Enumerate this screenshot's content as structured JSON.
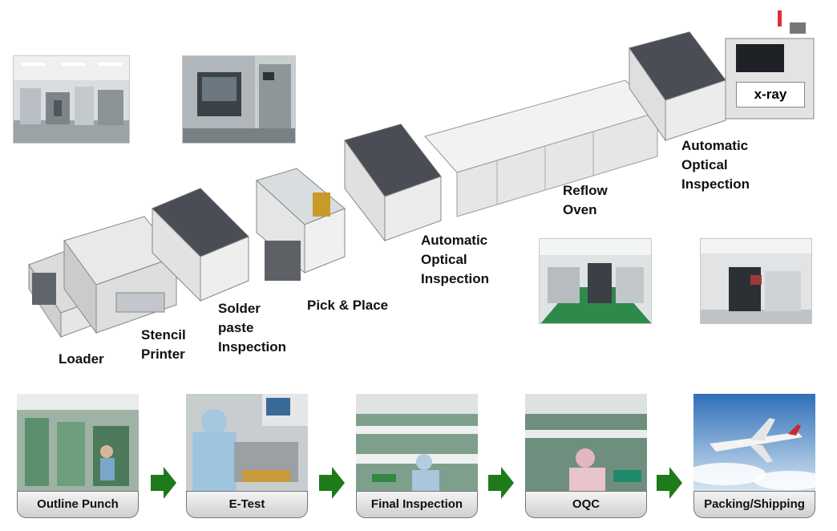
{
  "line_labels": {
    "loader": "Loader",
    "stencil_printer": "Stencil\nPrinter",
    "spi": "Solder\npaste\nInspection",
    "pick_place": "Pick & Place",
    "aoi_1": "Automatic\nOptical\nInspection",
    "reflow": "Reflow\nOven",
    "aoi_2": "Automatic\nOptical\nInspection",
    "xray": "x-ray"
  },
  "steps": [
    {
      "label": "Outline Punch"
    },
    {
      "label": "E-Test"
    },
    {
      "label": "Final Inspection"
    },
    {
      "label": "OQC"
    },
    {
      "label": "Packing/Shipping"
    }
  ],
  "colors": {
    "arrow": "#1f7a1a",
    "machine_body": "#e8e8e8",
    "machine_roof": "#4a4d55"
  }
}
